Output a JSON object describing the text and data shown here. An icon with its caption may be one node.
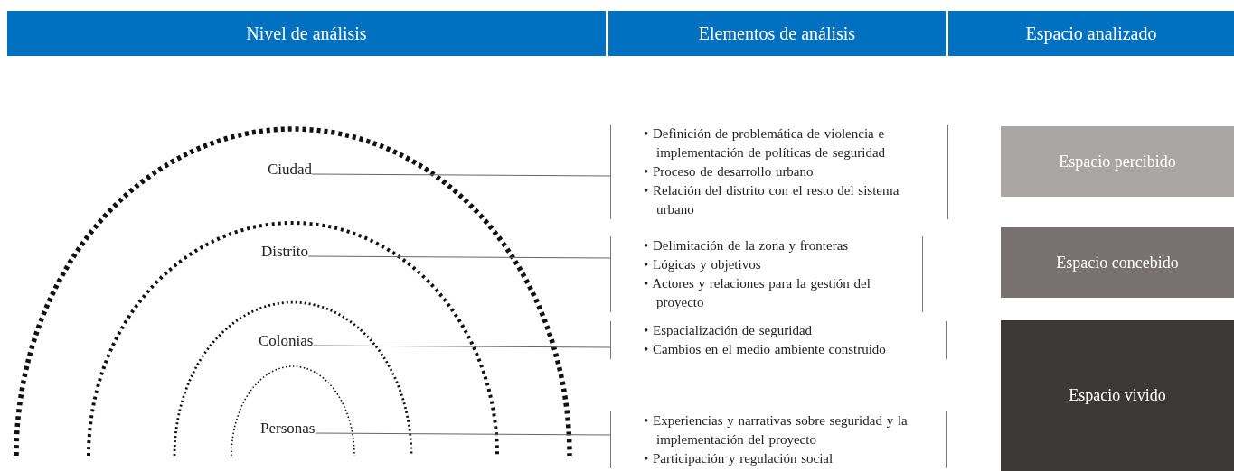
{
  "diagram": {
    "nodes": [
      {
        "text": [
          "Nivel de análisis"
        ]
      },
      {
        "text": [
          "Elementos de análisis"
        ]
      },
      {
        "text": [
          "Espacio analizado"
        ]
      },
      {
        "text": [
          "Ciudad"
        ]
      },
      {
        "text": [
          "Distrito"
        ]
      },
      {
        "text": [
          "Colonias"
        ]
      },
      {
        "text": [
          "Personas"
        ]
      },
      {
        "text": [
          "• Definición de problemática de violencia e implementación de políticas de seguridad",
          "• Proceso de desarrollo urbano",
          "• Relación del distrito con el resto del sistema urbano"
        ]
      },
      {
        "text": [
          "• Delimitación de la zona y fronteras",
          "• Lógicas y objetivos",
          "• Actores y relaciones para la gestión del proyecto"
        ]
      },
      {
        "text": [
          "• Espacialización de seguridad",
          "• Cambios en el medio ambiente construido"
        ]
      },
      {
        "text": [
          "• Experiencias y narrativas sobre seguridad y la implementación del proyecto",
          "• Participación y regulación social"
        ]
      },
      {
        "text": [
          "Espacio percibido"
        ]
      },
      {
        "text": [
          "Espacio concebido"
        ]
      },
      {
        "text": [
          "Espacio vivido"
        ]
      }
    ],
    "edges": [
      {
        "from": 3,
        "to": 7,
        "arrow": "none"
      },
      {
        "from": 4,
        "to": 8,
        "arrow": "none"
      },
      {
        "from": 5,
        "to": 9,
        "arrow": "none"
      },
      {
        "from": 6,
        "to": 10,
        "arrow": "none"
      }
    ]
  }
}
